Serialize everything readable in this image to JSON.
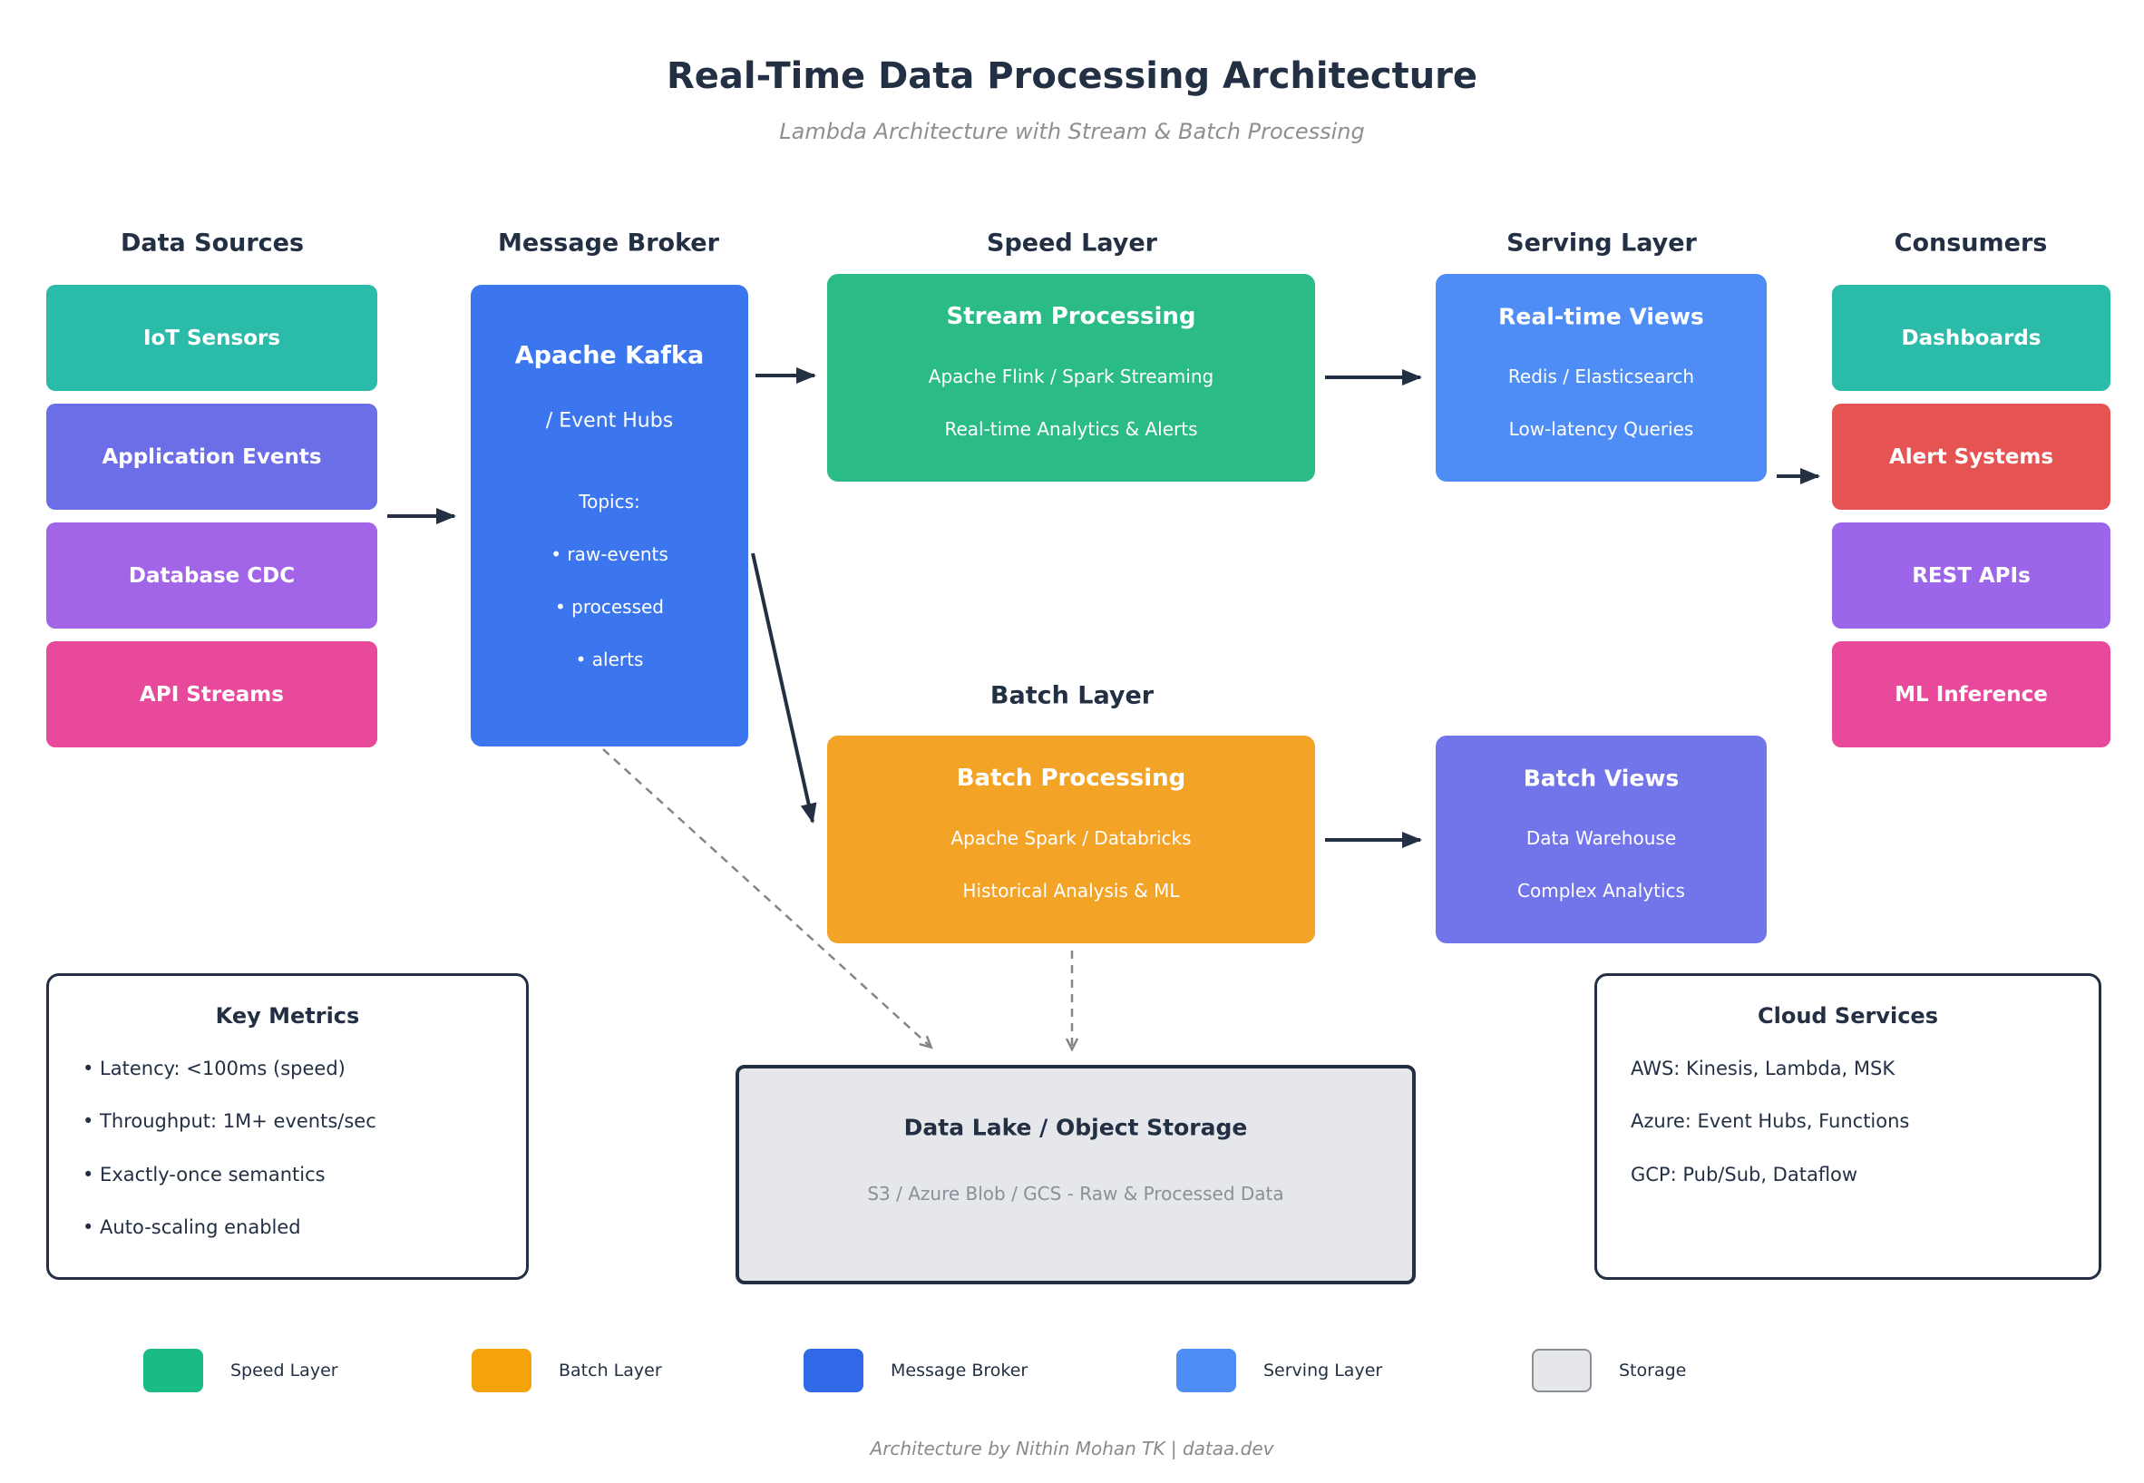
{
  "header": {
    "title": "Real-Time Data Processing Architecture",
    "subtitle": "Lambda Architecture with Stream & Batch Processing"
  },
  "sections": {
    "data_sources": {
      "header": "Data Sources",
      "items": [
        {
          "label": "IoT Sensors",
          "color": "#2bbba9"
        },
        {
          "label": "Application Events",
          "color": "#6b6ee7"
        },
        {
          "label": "Database CDC",
          "color": "#a365e8"
        },
        {
          "label": "API Streams",
          "color": "#e8499a"
        }
      ]
    },
    "message_broker": {
      "header": "Message Broker",
      "title": "Apache Kafka",
      "subtitle": "/ Event Hubs",
      "topics_label": "Topics:",
      "topics": [
        "• raw-events",
        "• processed",
        "• alerts"
      ],
      "color": "#3c76ee"
    },
    "speed_layer": {
      "header": "Speed Layer",
      "title": "Stream Processing",
      "line1": "Apache Flink / Spark Streaming",
      "line2": "Real-time Analytics & Alerts",
      "color": "#2abb87"
    },
    "serving_layer": {
      "header": "Serving Layer",
      "title": "Real-time Views",
      "line1": "Redis / Elasticsearch",
      "line2": "Low-latency Queries",
      "color": "#4e8df5"
    },
    "batch_layer": {
      "header": "Batch Layer",
      "title": "Batch Processing",
      "line1": "Apache Spark / Databricks",
      "line2": "Historical Analysis & ML",
      "color": "#f3a426"
    },
    "batch_views": {
      "title": "Batch Views",
      "line1": "Data Warehouse",
      "line2": "Complex Analytics",
      "color": "#7274e9"
    },
    "consumers": {
      "header": "Consumers",
      "items": [
        {
          "label": "Dashboards",
          "color": "#2bbba9"
        },
        {
          "label": "Alert Systems",
          "color": "#e65353"
        },
        {
          "label": "REST APIs",
          "color": "#9b66ea"
        },
        {
          "label": "ML Inference",
          "color": "#e8499a"
        }
      ]
    },
    "storage": {
      "title": "Data Lake / Object Storage",
      "subtitle": "S3 / Azure Blob / GCS - Raw & Processed Data",
      "fill": "#e5e7ea"
    },
    "key_metrics": {
      "title": "Key Metrics",
      "items": [
        "• Latency: <100ms (speed)",
        "• Throughput: 1M+ events/sec",
        "• Exactly-once semantics",
        "• Auto-scaling enabled"
      ]
    },
    "cloud_services": {
      "title": "Cloud Services",
      "items": [
        "AWS: Kinesis, Lambda, MSK",
        "Azure: Event Hubs, Functions",
        "GCP: Pub/Sub, Dataflow"
      ]
    }
  },
  "legend": {
    "items": [
      {
        "label": "Speed Layer",
        "color": "#1abc83"
      },
      {
        "label": "Batch Layer",
        "color": "#f5a30b"
      },
      {
        "label": "Message Broker",
        "color": "#3068e8"
      },
      {
        "label": "Serving Layer",
        "color": "#4e8df5"
      },
      {
        "label": "Storage",
        "color": "#e5e7ea"
      }
    ]
  },
  "footer": {
    "credit": "Architecture by Nithin Mohan TK | dataa.dev"
  },
  "colors": {
    "ink": "#233044",
    "muted": "#8a8f98",
    "dashed_arrow": "#858585"
  }
}
